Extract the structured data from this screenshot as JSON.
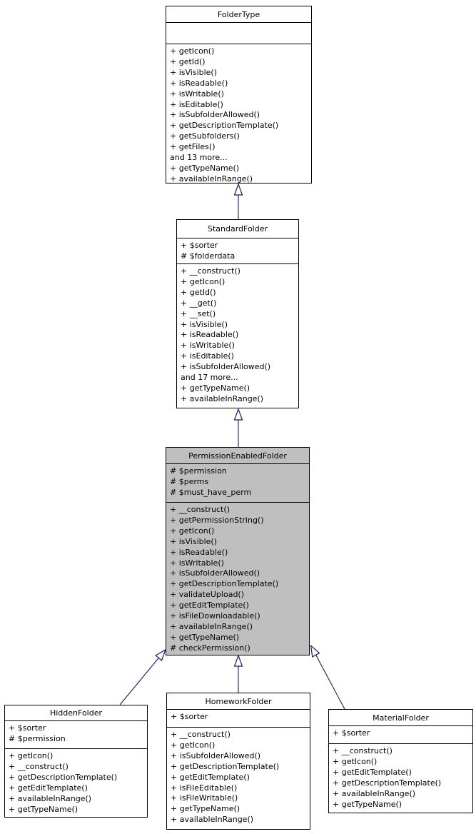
{
  "diagram": {
    "type": "uml-class-inheritance-diagram",
    "colors": {
      "edge": "#191970",
      "border": "#000000",
      "node_fill": "#ffffff",
      "highlight_fill": "#bfbfbf",
      "text": "#000000",
      "background": "#ffffff"
    }
  },
  "classes": {
    "folder_type": {
      "title": "FolderType",
      "attributes": [],
      "methods": [
        "+ getIcon()",
        "+ getId()",
        "+ isVisible()",
        "+ isReadable()",
        "+ isWritable()",
        "+ isEditable()",
        "+ isSubfolderAllowed()",
        "+ getDescriptionTemplate()",
        "+ getSubfolders()",
        "+ getFiles()",
        "and 13 more...",
        "+ getTypeName()",
        "+ availableInRange()"
      ]
    },
    "standard_folder": {
      "title": "StandardFolder",
      "attributes": [
        "+ $sorter",
        "# $folderdata"
      ],
      "methods": [
        "+ __construct()",
        "+ getIcon()",
        "+ getId()",
        "+ __get()",
        "+ __set()",
        "+ isVisible()",
        "+ isReadable()",
        "+ isWritable()",
        "+ isEditable()",
        "+ isSubfolderAllowed()",
        "and 17 more...",
        "+ getTypeName()",
        "+ availableInRange()"
      ]
    },
    "permission_enabled_folder": {
      "title": "PermissionEnabledFolder",
      "attributes": [
        "# $permission",
        "# $perms",
        "# $must_have_perm"
      ],
      "methods": [
        "+ __construct()",
        "+ getPermissionString()",
        "+ getIcon()",
        "+ isVisible()",
        "+ isReadable()",
        "+ isWritable()",
        "+ isSubfolderAllowed()",
        "+ getDescriptionTemplate()",
        "+ validateUpload()",
        "+ getEditTemplate()",
        "+ isFileDownloadable()",
        "+ availableInRange()",
        "+ getTypeName()",
        "# checkPermission()"
      ]
    },
    "hidden_folder": {
      "title": "HiddenFolder",
      "attributes": [
        "+ $sorter",
        "# $permission"
      ],
      "methods": [
        "+ getIcon()",
        "+ __construct()",
        "+ getDescriptionTemplate()",
        "+ getEditTemplate()",
        "+ availableInRange()",
        "+ getTypeName()"
      ]
    },
    "homework_folder": {
      "title": "HomeworkFolder",
      "attributes": [
        "+ $sorter"
      ],
      "methods": [
        "+ __construct()",
        "+ getIcon()",
        "+ isSubfolderAllowed()",
        "+ getDescriptionTemplate()",
        "+ getEditTemplate()",
        "+ isFileEditable()",
        "+ isFileWritable()",
        "+ getTypeName()",
        "+ availableInRange()"
      ]
    },
    "material_folder": {
      "title": "MaterialFolder",
      "attributes": [
        "+ $sorter"
      ],
      "methods": [
        "+ __construct()",
        "+ getIcon()",
        "+ getEditTemplate()",
        "+ getDescriptionTemplate()",
        "+ availableInRange()",
        "+ getTypeName()"
      ]
    }
  },
  "relations": [
    {
      "child": "StandardFolder",
      "parent": "FolderType",
      "type": "inheritance"
    },
    {
      "child": "PermissionEnabledFolder",
      "parent": "StandardFolder",
      "type": "inheritance"
    },
    {
      "child": "HiddenFolder",
      "parent": "PermissionEnabledFolder",
      "type": "inheritance"
    },
    {
      "child": "HomeworkFolder",
      "parent": "PermissionEnabledFolder",
      "type": "inheritance"
    },
    {
      "child": "MaterialFolder",
      "parent": "PermissionEnabledFolder",
      "type": "inheritance"
    }
  ]
}
